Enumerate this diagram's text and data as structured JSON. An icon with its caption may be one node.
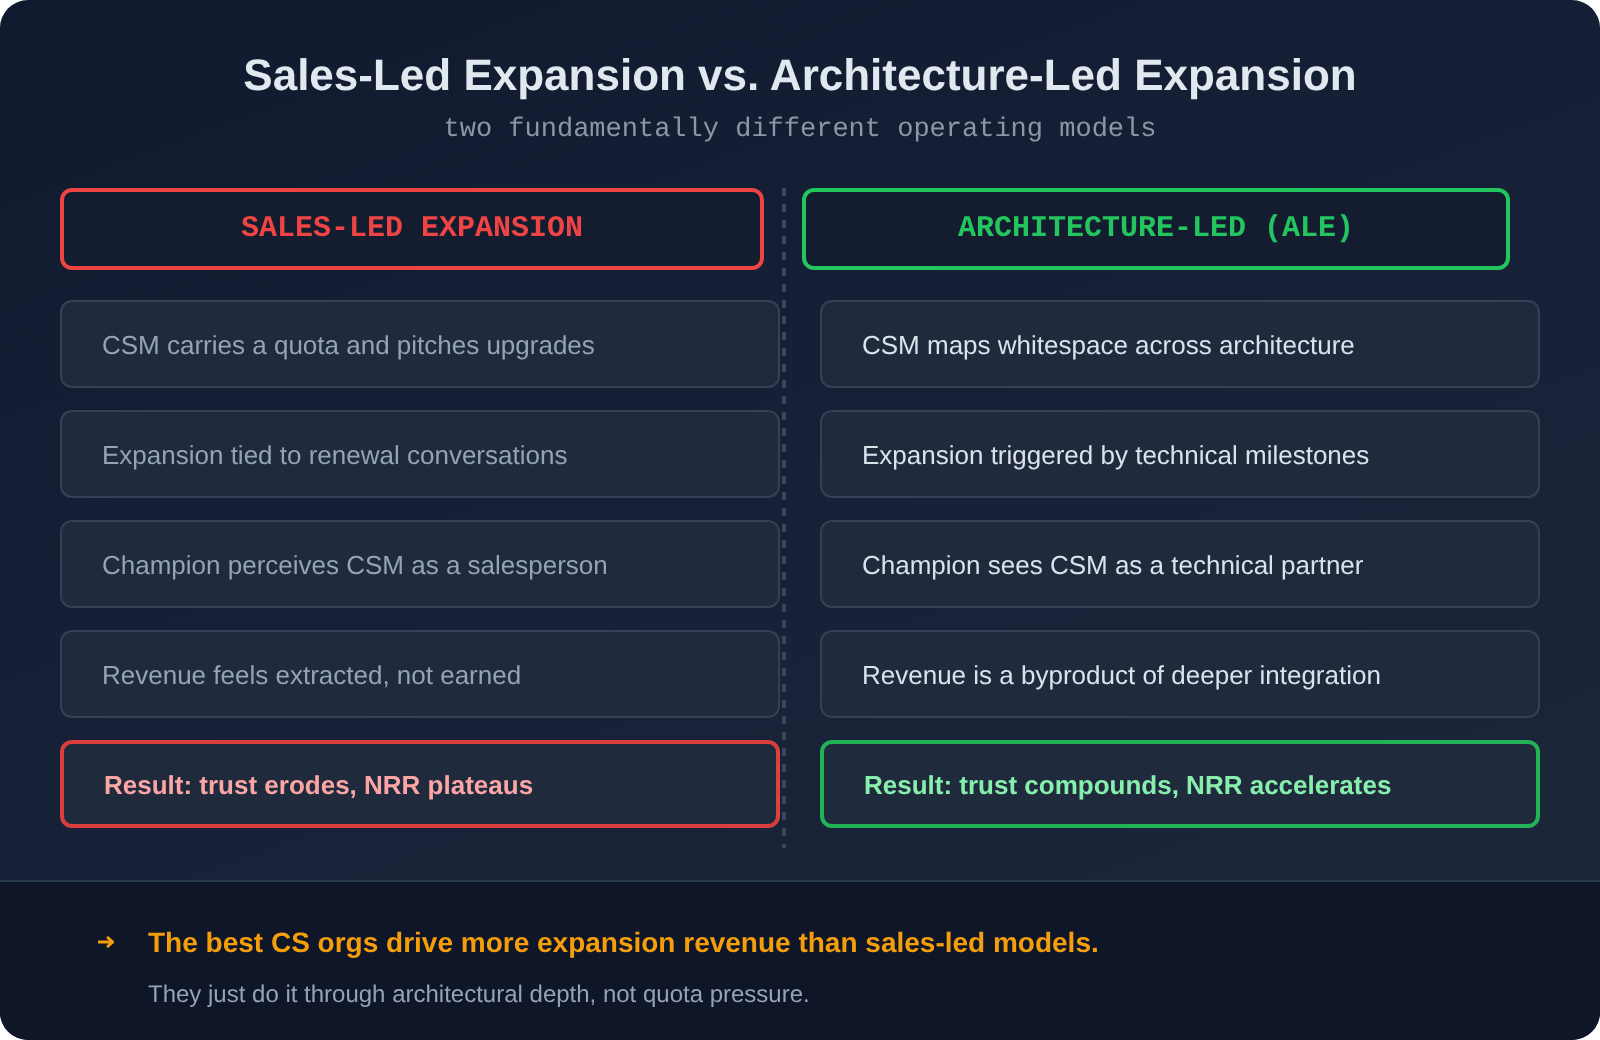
{
  "diagram": {
    "title": "Sales-Led Expansion vs. Architecture-Led Expansion",
    "nodes": [
      {
        "text": [
          "SALES-LED EXPANSION"
        ]
      },
      {
        "text": [
          "ARCHITECTURE-LED (ALE)"
        ]
      },
      {
        "text": [
          "CSM carries a quota and pitches upgrades"
        ]
      },
      {
        "text": [
          "CSM maps whitespace across architecture"
        ]
      },
      {
        "text": [
          "Expansion tied to renewal conversations"
        ]
      },
      {
        "text": [
          "Expansion triggered by technical milestones"
        ]
      },
      {
        "text": [
          "Champion perceives CSM as a salesperson"
        ]
      },
      {
        "text": [
          "Champion sees CSM as a technical partner"
        ]
      },
      {
        "text": [
          "Revenue feels extracted, not earned"
        ]
      },
      {
        "text": [
          "Revenue is a byproduct of deeper integration"
        ]
      },
      {
        "text": [
          "Result: trust erodes, NRR plateaus"
        ]
      },
      {
        "text": [
          "Result: trust compounds, NRR accelerates"
        ]
      },
      {
        "text": [
          "The best CS orgs drive more expansion revenue than sales-led models.",
          "They just do it through architectural depth, not quota pressure."
        ]
      }
    ],
    "labels": [
      "two fundamentally different operating models"
    ]
  }
}
